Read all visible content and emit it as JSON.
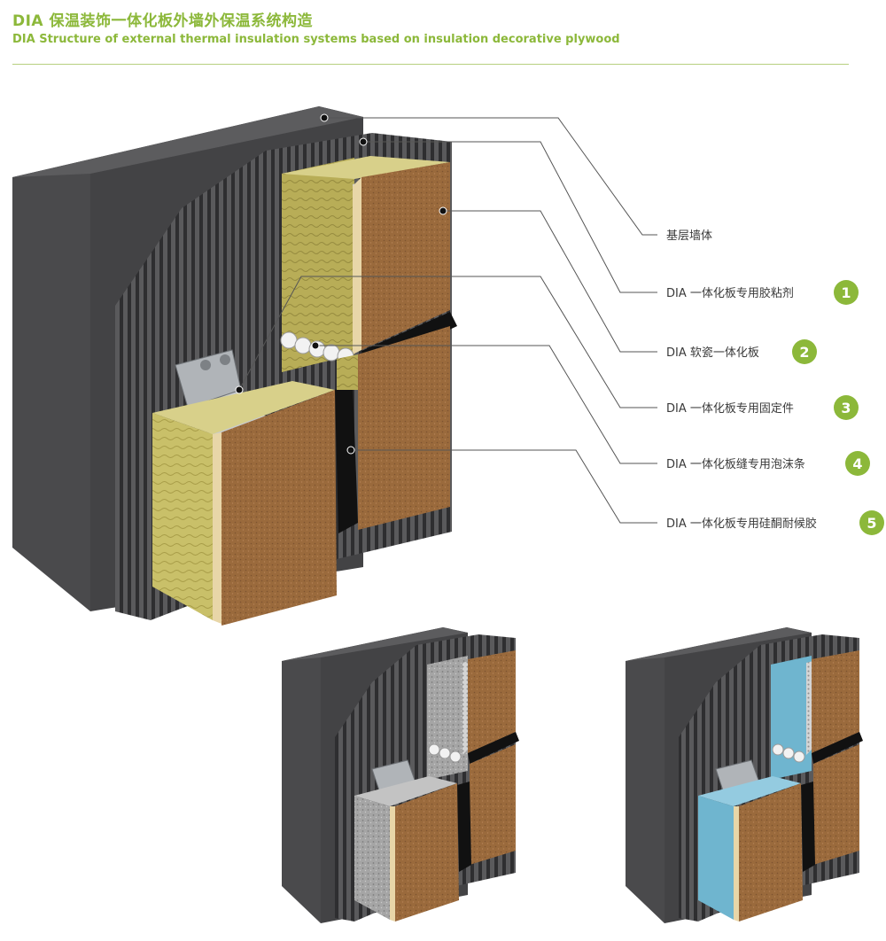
{
  "header": {
    "title_cn": "DIA 保温装饰一体化板外墙外保温系统构造",
    "title_en": "DIA Structure of external thermal insulation systems based on insulation decorative plywood"
  },
  "callouts": [
    {
      "label": "基层墙体",
      "number": ""
    },
    {
      "label": "DIA 一体化板专用胶粘剂",
      "number": "1"
    },
    {
      "label": "DIA 软瓷一体化板",
      "number": "2"
    },
    {
      "label": "DIA 一体化板专用固定件",
      "number": "3"
    },
    {
      "label": "DIA 一体化板缝专用泡沫条",
      "number": "4"
    },
    {
      "label": "DIA 一体化板专用硅酮耐候胶",
      "number": "5"
    }
  ],
  "colors": {
    "accent": "#8cb83a",
    "wall": "#4a4a4c",
    "rock_wool": "#c9c069",
    "decor_face": "#9a6a3c",
    "eps_blue": "#6fb5cf",
    "grey_insulation": "#9a9a9a"
  }
}
